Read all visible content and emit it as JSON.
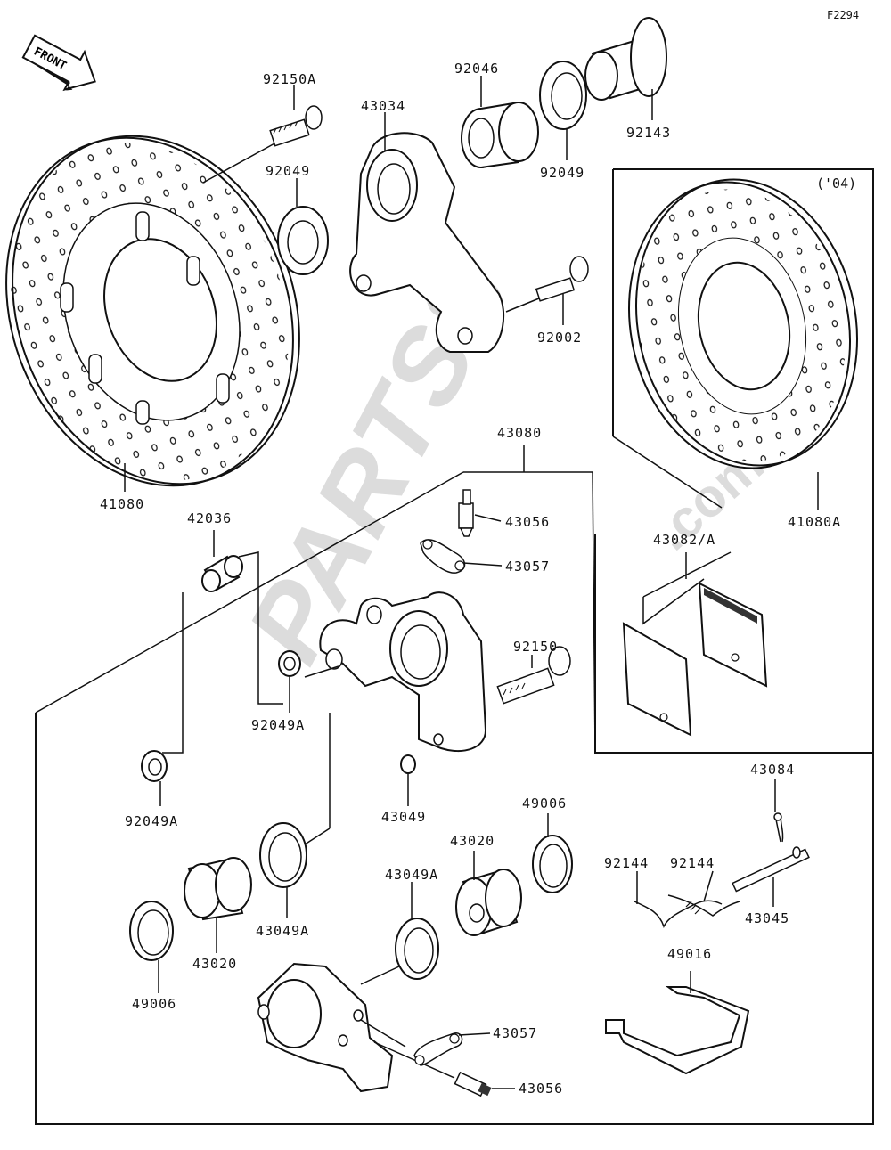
{
  "figure_id": "F2294",
  "front_label": "FRONT",
  "variant_label": "('04)",
  "watermark": {
    "brand": "PARTSS",
    "suffix": ".com"
  },
  "parts": {
    "p92150A": "92150A",
    "p43034": "43034",
    "p92046": "92046",
    "p92143": "92143",
    "p92049_top": "92049",
    "p92049_right": "92049",
    "p92002": "92002",
    "p41080": "41080",
    "p41080A": "41080A",
    "p43080": "43080",
    "p42036": "42036",
    "p43056_top": "43056",
    "p43057_top": "43057",
    "p43082A": "43082/A",
    "p92150": "92150",
    "p92049A_mid": "92049A",
    "p92049A_left": "92049A",
    "p43049": "43049",
    "p49006_right": "49006",
    "p43020_right": "43020",
    "p43084": "43084",
    "p92144_a": "92144",
    "p92144_b": "92144",
    "p43045": "43045",
    "p43049A_left": "43049A",
    "p43049A_mid": "43049A",
    "p49006_left": "49006",
    "p43020_left": "43020",
    "p49016": "49016",
    "p43057_bot": "43057",
    "p43056_bot": "43056"
  }
}
